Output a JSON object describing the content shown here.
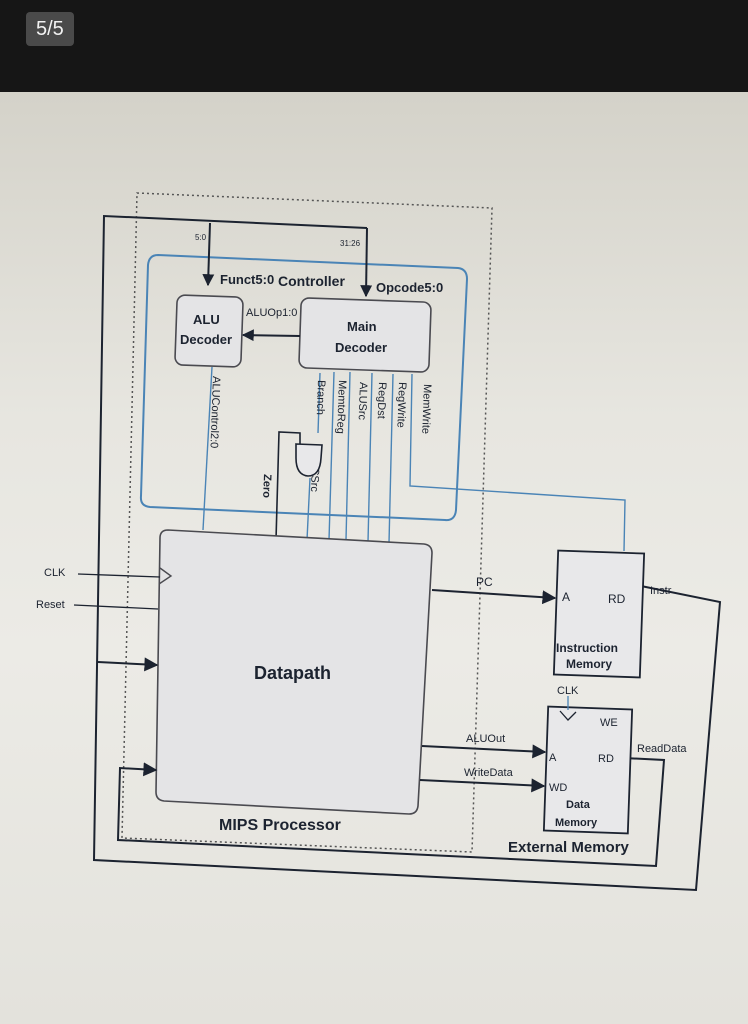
{
  "viewer": {
    "page_counter": "5/5"
  },
  "diagram": {
    "controller": {
      "title": "Controller",
      "funct_label": "Funct5:0",
      "opcode_label": "Opcode5:0",
      "bits_funct": "5:0",
      "bits_opcode": "31:26",
      "alu_decoder": {
        "line1": "ALU",
        "line2": "Decoder"
      },
      "main_decoder": {
        "line1": "Main",
        "line2": "Decoder"
      },
      "aluop_label": "ALUOp1:0",
      "signals": {
        "alucontrol": "ALUControl2:0",
        "branch": "Branch",
        "memtoreg": "MemtoReg",
        "alusrc": "ALUSrc",
        "regdst": "RegDst",
        "regwrite": "RegWrite",
        "memwrite": "MemWrite",
        "pcsrc": "PCSrc",
        "zero": "Zero"
      }
    },
    "inputs": {
      "clk": "CLK",
      "reset": "Reset"
    },
    "datapath": {
      "label": "Datapath"
    },
    "processor": {
      "label": "MIPS Processor"
    },
    "instruction_memory": {
      "port_a": "A",
      "port_rd": "RD",
      "line1": "Instruction",
      "line2": "Memory"
    },
    "data_memory": {
      "clk": "CLK",
      "we": "WE",
      "port_a": "A",
      "port_rd": "RD",
      "port_wd": "WD",
      "line1": "Data",
      "line2": "Memory"
    },
    "external_memory": {
      "label": "External Memory"
    },
    "wires": {
      "pc": "PC",
      "instr": "Instr",
      "aluout": "ALUOut",
      "writedata": "WriteData",
      "readdata": "ReadData"
    }
  },
  "colors": {
    "controller_blue": "#4a84b6",
    "wire_dark": "#1c2330",
    "block_fill": "#e4e4e6",
    "block_stroke": "#4a4a50",
    "photo_bg": "#e7e6e0"
  }
}
